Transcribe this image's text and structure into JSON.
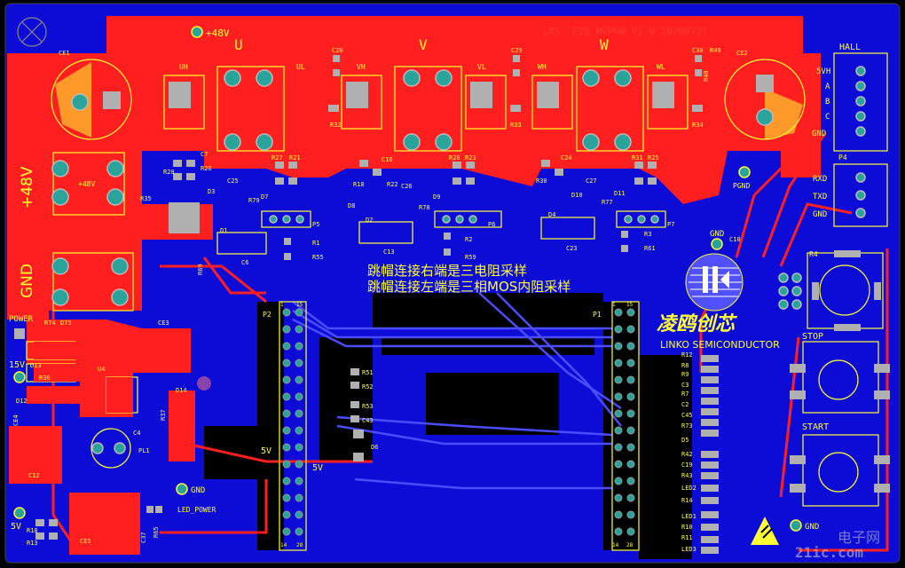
{
  "board": {
    "title": "LKS _EVB_MVPOW_V1.0_20200721",
    "annotation_line1": "跳帽连接右端是三电阻采样",
    "annotation_line2": "跳帽连接左端是三相MOS内阻采样",
    "brand_cn": "凌鸥创芯",
    "brand_en": "LINKO SEMICONDUCTOR"
  },
  "power_labels": {
    "plus48v_small": "+48V",
    "plus48v_big": "+48V",
    "plus48v_pad": "+48V",
    "gnd_big": "GND",
    "power": "POWER",
    "v15": "15V",
    "v5": "5V",
    "v5_mid1": "5V",
    "v5_mid2": "5V",
    "pgnd": "PGND"
  },
  "phases": {
    "u": "U",
    "v": "V",
    "w": "W"
  },
  "gate_labels": [
    "UH",
    "UL",
    "VH",
    "VL",
    "WH",
    "WL"
  ],
  "connector_labels": {
    "hall": "HALL",
    "hall_5vh": "5VH",
    "hall_a": "A",
    "hall_b": "B",
    "hall_c": "C",
    "hall_gnd": "GND",
    "p4": "P4",
    "rx": "RXD",
    "tx": "TXD",
    "uart_gnd": "GND",
    "p1": "P1",
    "p2": "P2",
    "p1_pin1": "1",
    "p1_pin15": "15",
    "p1_pin14": "14",
    "p1_pin28": "28",
    "p2_pin1": "1",
    "p2_pin15": "15",
    "p2_pin14": "14",
    "p2_pin28": "28",
    "p5": "P5",
    "p6": "P6",
    "p7": "P7"
  },
  "buttons": {
    "stop": "STOP",
    "start": "START",
    "r4": "R4"
  },
  "gnd_tags": {
    "gnd_top": "GND",
    "gnd_bottom_left": "GND",
    "gnd_bottom_right": "GND",
    "led_power": "LED_POWER"
  },
  "designators": {
    "ce1": "CE1",
    "ce2": "CE2",
    "ce3": "CE3",
    "ce4": "CE4",
    "ce5": "CE5",
    "c28": "C28",
    "c29": "C29",
    "c30": "C30",
    "r49": "R49",
    "r32": "R32",
    "r33": "R33",
    "r34": "R34",
    "c7": "C7",
    "r20": "R20",
    "r26": "R26",
    "d3": "D3",
    "c25": "C25",
    "r27": "R27",
    "r21": "R21",
    "c16": "C16",
    "r18": "R18",
    "r22": "R22",
    "c26": "C26",
    "r28": "R28",
    "r23": "R23",
    "r30": "R30",
    "c24": "C24",
    "r31": "R31",
    "r25": "R25",
    "c27": "C27",
    "r35": "R35",
    "d7": "D7",
    "d8": "D8",
    "d9": "D9",
    "d10": "D10",
    "d11": "D11",
    "r79": "R79",
    "r78": "R78",
    "r77": "R77",
    "d1": "D1",
    "c6": "C6",
    "r1": "R1",
    "r55": "R55",
    "r69": "R69",
    "d2": "D2",
    "c13": "C13",
    "r2": "R2",
    "r59": "R59",
    "d4": "D4",
    "c23": "C23",
    "r3": "R3",
    "r61": "R61",
    "r74": "R74",
    "d75": "D75",
    "d13": "D13",
    "u4": "U4",
    "r36": "R36",
    "d12": "D12",
    "d14": "D14",
    "r37": "R37",
    "c4": "C4",
    "pl1": "PL1",
    "c12": "C12",
    "r13": "R13",
    "r18b": "R18",
    "r65": "R65",
    "c37": "C37",
    "r51": "R51",
    "r52": "R52",
    "r53": "R53",
    "c43": "C43",
    "d6": "D6",
    "r12": "R12",
    "r8": "R8",
    "r9": "R9",
    "c3": "C3",
    "r7": "R7",
    "c2": "C2",
    "c45": "C45",
    "r73": "R73",
    "d5": "D5",
    "r42": "R42",
    "c19": "C19",
    "r43": "R43",
    "led2": "LED2",
    "r14": "R14",
    "led1": "LED1",
    "r10": "R10",
    "r11": "R11",
    "led3": "LED3",
    "c10": "C10",
    "r40": "R40"
  },
  "watermark": {
    "cn": "电子网",
    "url": "21ic.com"
  },
  "colors": {
    "background": "#000000",
    "top_copper": "#ff1f1f",
    "bottom_copper": "#1010ee",
    "silkscreen": "#ffff33",
    "pad": "#b0b0b0",
    "through_hole": "#2aa39a"
  }
}
